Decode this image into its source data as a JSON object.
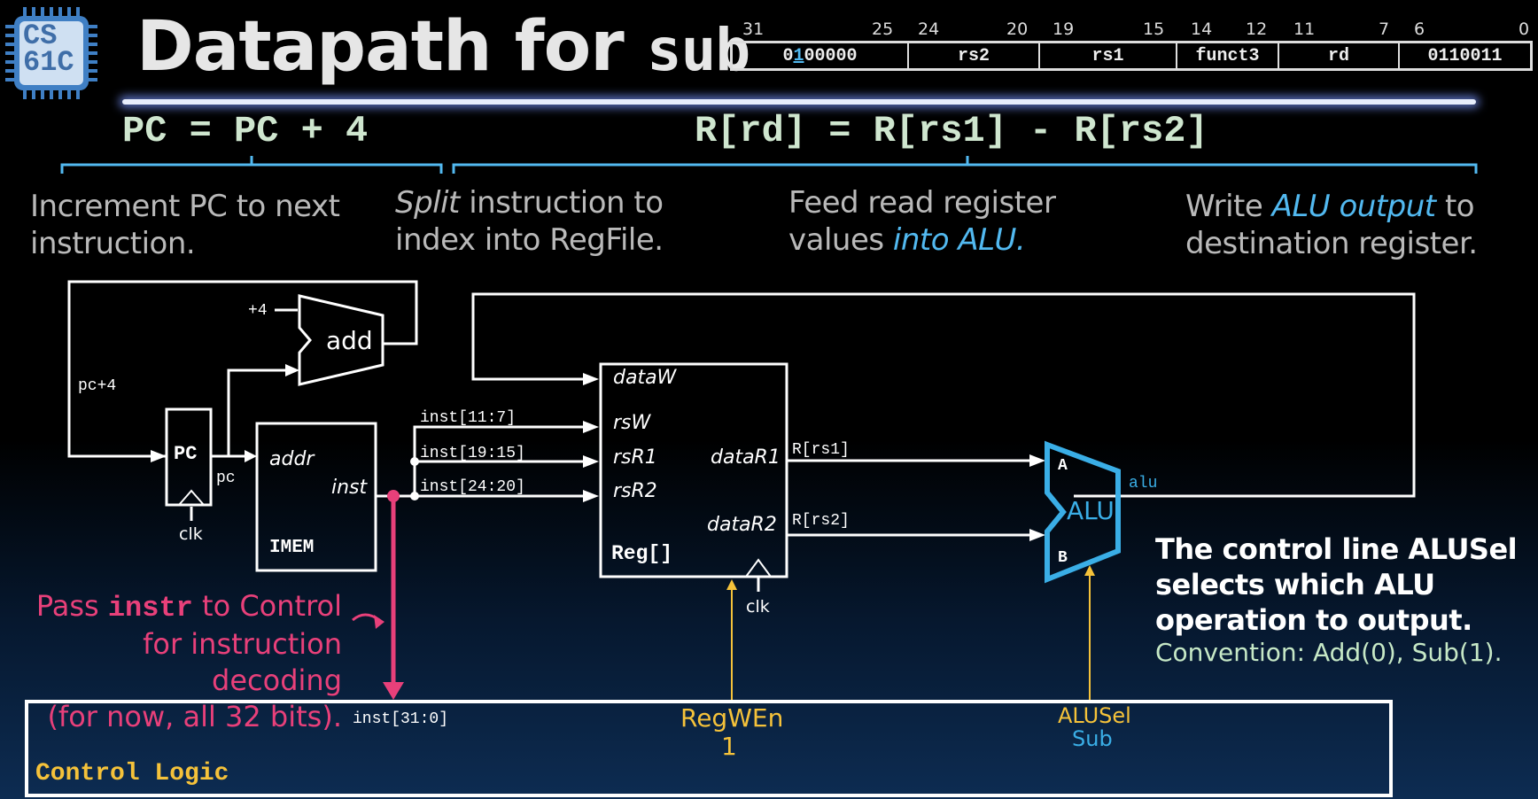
{
  "logo": {
    "line1": "CS",
    "line2": "61C"
  },
  "title": {
    "text": "Datapath for",
    "code": "sub"
  },
  "encoding": {
    "bit_labels": [
      "31",
      "25",
      "24",
      "20",
      "19",
      "15",
      "14",
      "12",
      "11",
      "7",
      "6",
      "0"
    ],
    "fields": [
      {
        "prefix": "0",
        "highlight": "1",
        "suffix": "00000"
      },
      {
        "text": "rs2"
      },
      {
        "text": "rs1"
      },
      {
        "text": "funct3"
      },
      {
        "text": "rd"
      },
      {
        "text": "0110011"
      }
    ]
  },
  "equations": {
    "pc": "PC = PC + 4",
    "reg": "R[rd] = R[rs1] - R[rs2]"
  },
  "descriptions": {
    "d1": "Increment PC to next instruction.",
    "d2_italic": "Split",
    "d2_rest": "instruction to index into RegFile.",
    "d3_pre": "Feed read register values",
    "d3_em": "into ALU.",
    "d4_pre": "Write",
    "d4_em": "ALU output",
    "d4_post": "to destination register."
  },
  "diagram": {
    "plus4": "+4",
    "add": "add",
    "pc4": "pc+4",
    "pc_block": "PC",
    "pc_wire": "pc",
    "clk": "clk",
    "imem_addr": "addr",
    "imem_inst": "inst",
    "imem_name": "IMEM",
    "inst_11_7": "inst[11:7]",
    "inst_19_15": "inst[19:15]",
    "inst_24_20": "inst[24:20]",
    "reg_dataW": "dataW",
    "reg_rsW": "rsW",
    "reg_rsR1": "rsR1",
    "reg_rsR2": "rsR2",
    "reg_dataR1": "dataR1",
    "reg_dataR2": "dataR2",
    "reg_name": "Reg[]",
    "r_rs1": "R[rs1]",
    "r_rs2": "R[rs2]",
    "alu_a": "A",
    "alu_b": "B",
    "alu": "ALU",
    "alu_out": "alu",
    "inst_31_0": "inst[31:0]",
    "control": "Control Logic",
    "regwen": "RegWEn",
    "regwen_val": "1",
    "alusel": "ALUSel",
    "alusel_val": "Sub"
  },
  "pink_note": {
    "pre": "Pass",
    "code": "instr",
    "post": "to Control",
    "line2": "for instruction decoding",
    "line3": "(for now, all 32 bits)."
  },
  "alu_note": {
    "b1": "The control line ALUSel",
    "b2": "selects which ALU",
    "b3": "operation to output.",
    "c": "Convention: Add(0), Sub(1)."
  },
  "colors": {
    "alu": "#3aaee6",
    "pink": "#e8407a",
    "yellow": "#f5c23a"
  }
}
